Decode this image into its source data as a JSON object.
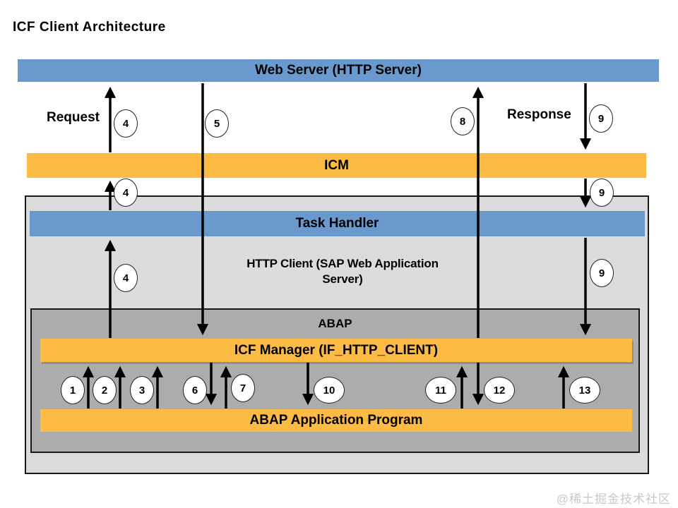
{
  "title": "ICF Client Architecture",
  "layers": {
    "web_server": "Web Server (HTTP Server)",
    "icm": "ICM",
    "task_handler": "Task Handler",
    "http_client": "HTTP Client (SAP Web Application Server)",
    "abap": "ABAP",
    "icf_manager": "ICF Manager (IF_HTTP_CLIENT)",
    "abap_app": "ABAP Application Program"
  },
  "flow_labels": {
    "request": "Request",
    "response": "Response"
  },
  "steps": [
    "4",
    "5",
    "8",
    "9",
    "4",
    "9",
    "4",
    "9",
    "1",
    "2",
    "3",
    "6",
    "7",
    "10",
    "11",
    "12",
    "13"
  ],
  "colors": {
    "layer_blue": "#6A9ACD",
    "layer_orange": "#FCBB45",
    "outer_box_gray": "#DCDCDC",
    "abap_box_gray": "#ACACAC",
    "arrow_black": "#000000",
    "watermark_gray": "#C9C9C9"
  },
  "watermark": "@稀土掘金技术社区"
}
